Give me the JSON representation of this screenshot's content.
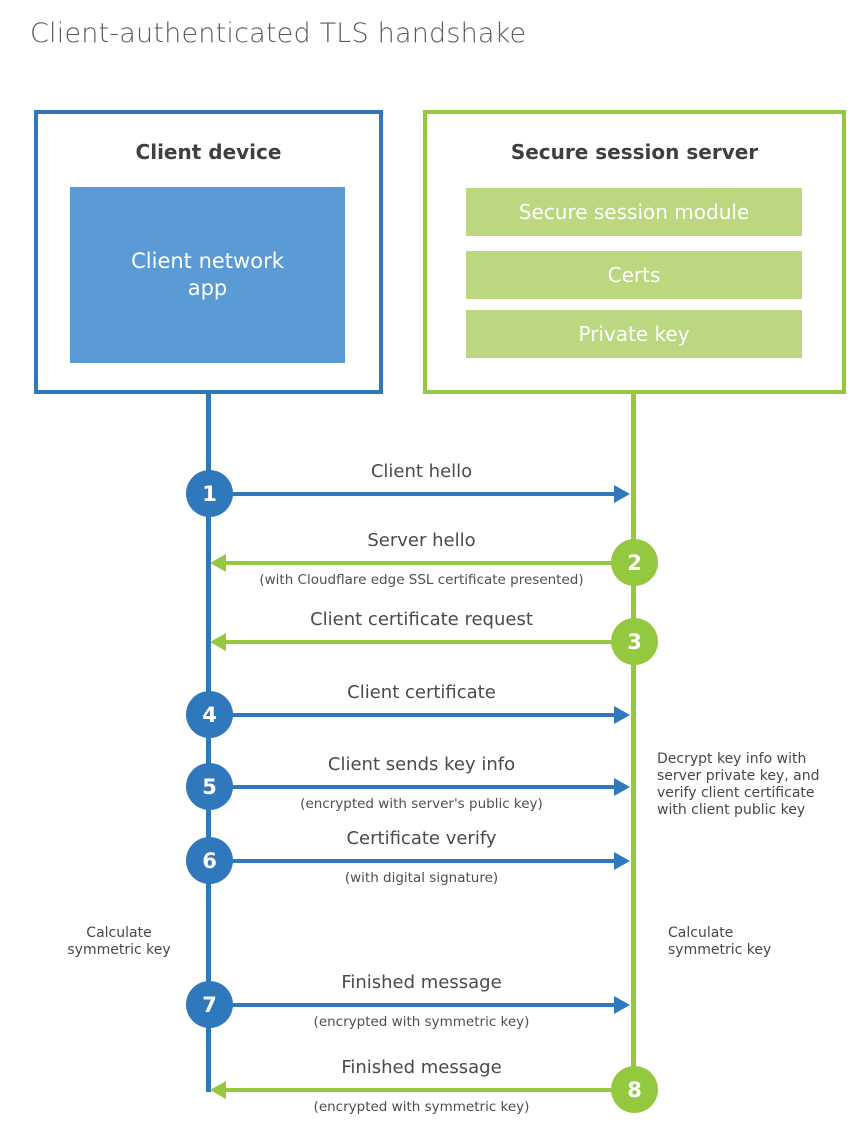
{
  "title": "Client-authenticated TLS handshake",
  "colors": {
    "client_blue": "#2f78bc",
    "client_blue_fill": "#5b9bd5",
    "server_green": "#94c83e",
    "server_green_fill": "#bbd880"
  },
  "client_box": {
    "title": "Client device",
    "app_label": "Client network app"
  },
  "server_box": {
    "title": "Secure session server",
    "modules": [
      "Secure session module",
      "Certs",
      "Private key"
    ]
  },
  "messages": [
    {
      "num": "1",
      "label": "Client hello",
      "sub": "",
      "from": "client",
      "to": "server"
    },
    {
      "num": "2",
      "label": "Server hello",
      "sub": "(with Cloudflare edge SSL certificate presented)",
      "from": "server",
      "to": "client"
    },
    {
      "num": "3",
      "label": "Client certificate request",
      "sub": "",
      "from": "server",
      "to": "client"
    },
    {
      "num": "4",
      "label": "Client certificate",
      "sub": "",
      "from": "client",
      "to": "server"
    },
    {
      "num": "5",
      "label": "Client sends key info",
      "sub": "(encrypted with server's public key)",
      "from": "client",
      "to": "server"
    },
    {
      "num": "6",
      "label": "Certificate verify",
      "sub": "(with digital signature)",
      "from": "client",
      "to": "server"
    },
    {
      "num": "7",
      "label": "Finished message",
      "sub": "(encrypted with symmetric key)",
      "from": "client",
      "to": "server"
    },
    {
      "num": "8",
      "label": "Finished message",
      "sub": "(encrypted with symmetric key)",
      "from": "server",
      "to": "client"
    }
  ],
  "annotations": {
    "decrypt_note": "Decrypt key info with server private key, and verify client certificate with client public key",
    "calc_left": "Calculate symmetric key",
    "calc_right": "Calculate symmetric key"
  }
}
